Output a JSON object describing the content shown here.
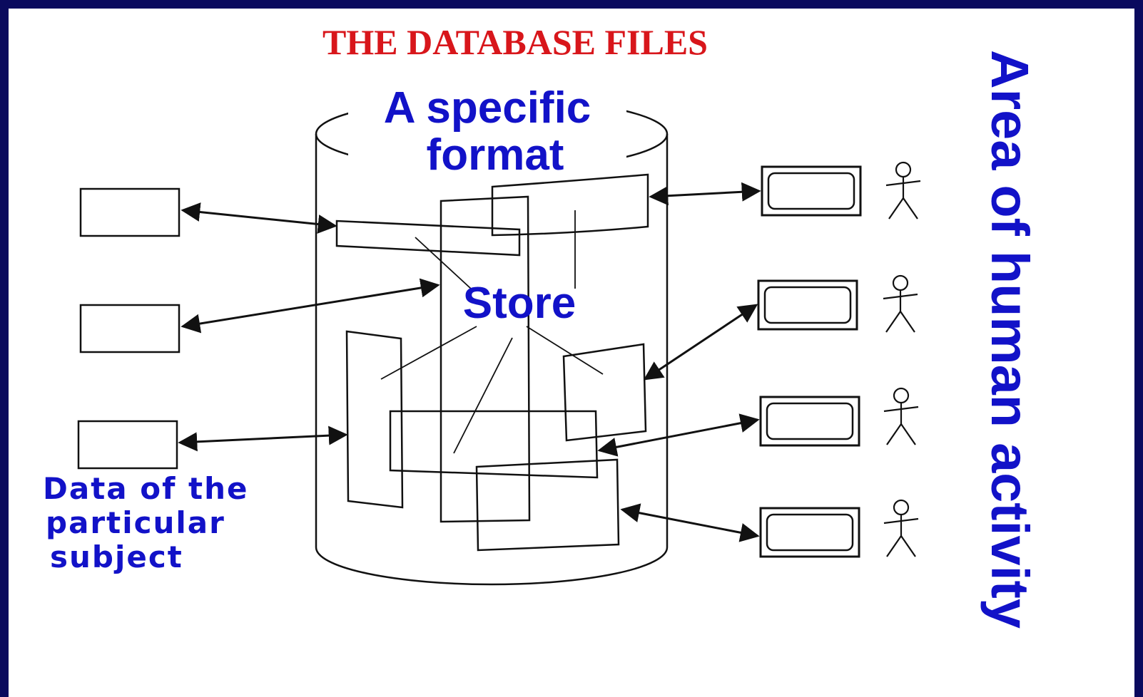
{
  "title": "THE DATABASE FILES",
  "format_label_line1": "A specific",
  "format_label_line2": "format",
  "store_label": "Store",
  "subject_label_lines": [
    "Data of the",
    "particular",
    "subject"
  ],
  "side_label": "Area of human activity",
  "colors": {
    "frame": "#0a0a5e",
    "title": "#d8161b",
    "label_blue": "#1212c8",
    "line": "#111111"
  },
  "icons": [
    "data-box",
    "terminal-screen",
    "stick-figure-person",
    "bidirectional-arrow",
    "cylinder-database"
  ]
}
